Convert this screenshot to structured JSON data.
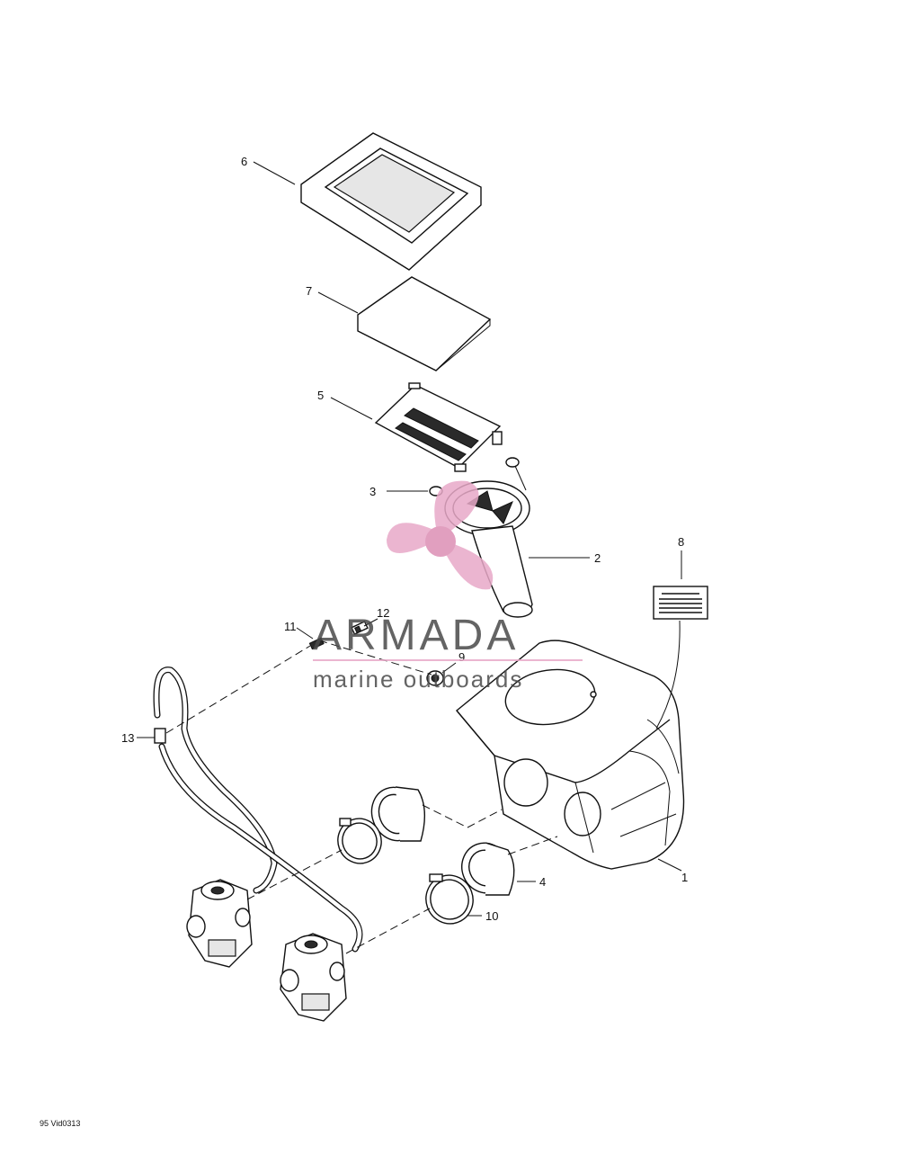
{
  "diagram": {
    "callouts": {
      "c1": "1",
      "c2": "2",
      "c3": "3",
      "c4": "4",
      "c5": "5",
      "c6": "6",
      "c7": "7",
      "c8": "8",
      "c9": "9",
      "c10": "10",
      "c11": "11",
      "c12": "12",
      "c13": "13"
    },
    "reference_code": "95 Vid0313"
  },
  "watermark": {
    "brand": "ARMADA",
    "tagline": "marine outboards",
    "color": "#e8a9c8"
  }
}
